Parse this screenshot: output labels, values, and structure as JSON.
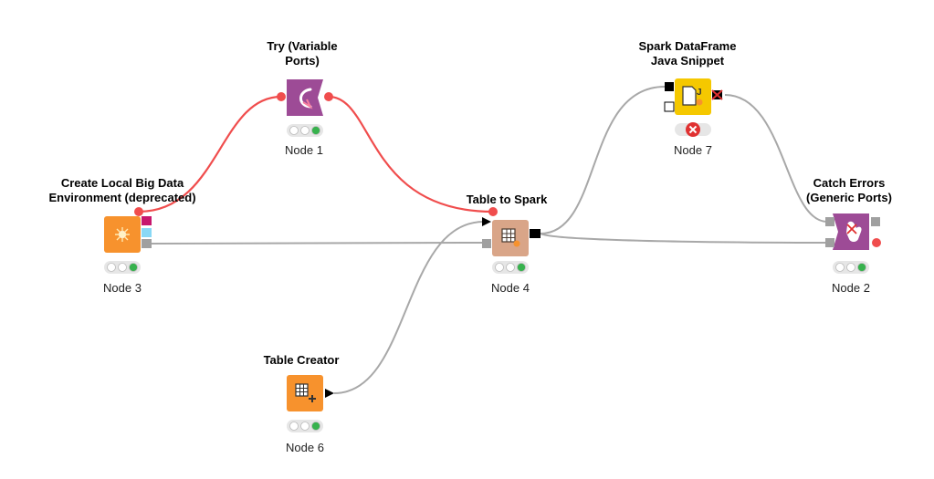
{
  "nodes": [
    {
      "id": "create-local-big-data",
      "title": "Create Local Big Data\nEnvironment (deprecated)",
      "label": "Node 3",
      "status": "executed",
      "icon": "star-burst-icon",
      "color": "#f7922d"
    },
    {
      "id": "try-variable-ports",
      "title": "Try (Variable\nPorts)",
      "label": "Node 1",
      "status": "executed",
      "icon": "try-arrow-icon",
      "color": "#9d4b96"
    },
    {
      "id": "table-to-spark",
      "title": "Table to Spark",
      "label": "Node 4",
      "status": "executed",
      "icon": "table-spark-icon",
      "color": "#d9a588"
    },
    {
      "id": "spark-dataframe-java-snippet",
      "title": "Spark DataFrame\nJava Snippet",
      "label": "Node 7",
      "status": "error",
      "icon": "java-snippet-icon",
      "color": "#f5c800"
    },
    {
      "id": "catch-errors",
      "title": "Catch Errors\n(Generic Ports)",
      "label": "Node 2",
      "status": "executed",
      "icon": "catch-hand-icon",
      "color": "#9d4b96"
    },
    {
      "id": "table-creator",
      "title": "Table Creator",
      "label": "Node 6",
      "status": "executed",
      "icon": "table-plus-icon",
      "color": "#f7922d"
    }
  ],
  "colors": {
    "flow_variable": "#f04d4d",
    "data_connection": "#a8a8a8",
    "status_gray": "#c8c8c8",
    "status_green": "#37b24d",
    "status_red": "#e03131"
  }
}
